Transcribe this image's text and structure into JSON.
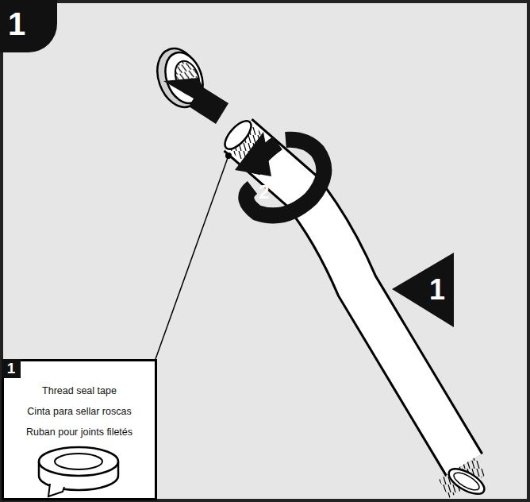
{
  "diagram": {
    "nodes": [
      {
        "text": [
          "1",
          "Thread seal tape",
          "Cinta para sellar roscas",
          "Ruban pour joints filetés"
        ]
      }
    ],
    "labels": [
      "1",
      "2",
      "1"
    ]
  }
}
